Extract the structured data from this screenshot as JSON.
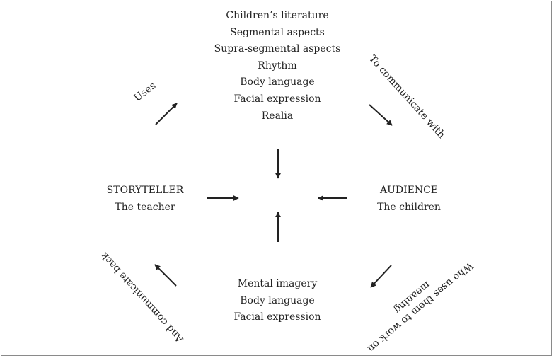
{
  "top_list": [
    "Children’s literature",
    "Segmental aspects",
    "Supra-segmental aspects",
    "Rhythm",
    "Body language",
    "Facial expression",
    "Realia"
  ],
  "storyteller": {
    "title": "STORYTELLER",
    "subtitle": "The teacher"
  },
  "audience": {
    "title": "AUDIENCE",
    "subtitle": "The children"
  },
  "bottom_list": [
    "Mental imagery",
    "Body language",
    "Facial expression"
  ],
  "edge_labels": {
    "uses": "Uses",
    "communicate_with": "To communicate with",
    "communicate_back": "And communicate back",
    "work_on_meaning_line1": "Who uses them to work on",
    "work_on_meaning_line2": "meaning"
  },
  "colors": {
    "text": "#222222",
    "border": "#8a8a8a",
    "arrow": "#222222"
  }
}
